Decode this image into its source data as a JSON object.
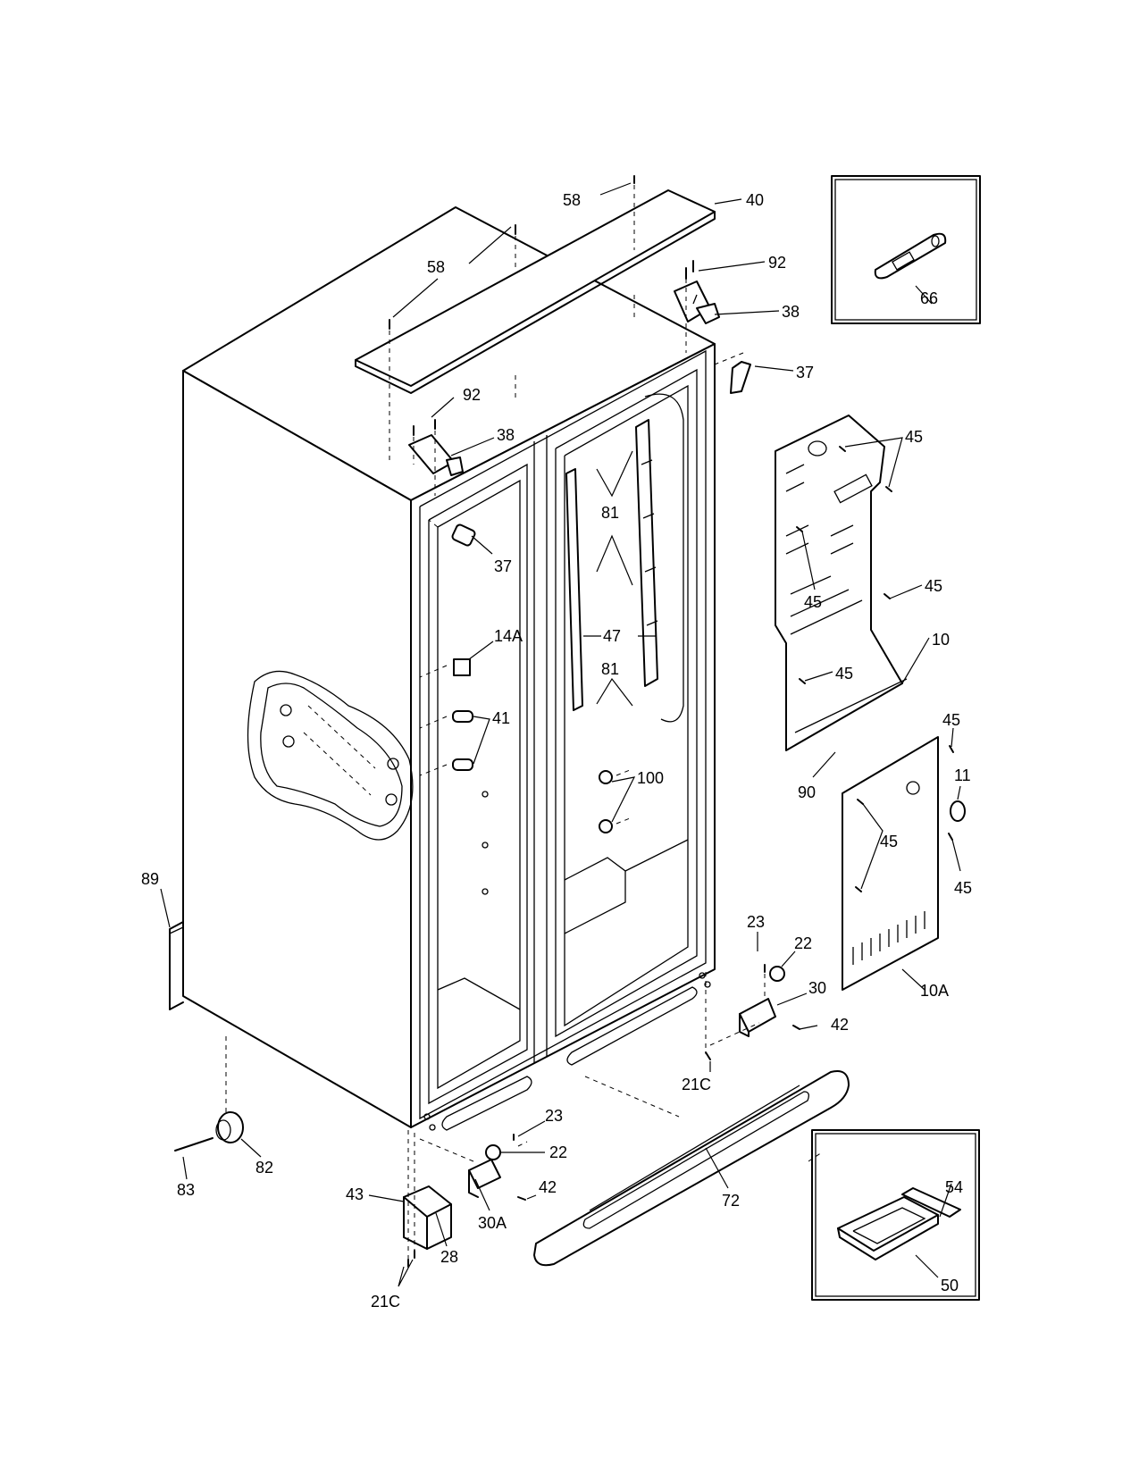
{
  "callouts": [
    {
      "id": "c58a",
      "text": "58"
    },
    {
      "id": "c40",
      "text": "40"
    },
    {
      "id": "c58b",
      "text": "58"
    },
    {
      "id": "c92a",
      "text": "92"
    },
    {
      "id": "c38a",
      "text": "38"
    },
    {
      "id": "c37a",
      "text": "37"
    },
    {
      "id": "c92b",
      "text": "92"
    },
    {
      "id": "c38b",
      "text": "38"
    },
    {
      "id": "c37b",
      "text": "37"
    },
    {
      "id": "c81a",
      "text": "81"
    },
    {
      "id": "c47",
      "text": "47"
    },
    {
      "id": "c14A",
      "text": "14A"
    },
    {
      "id": "c41",
      "text": "41"
    },
    {
      "id": "c81b",
      "text": "81"
    },
    {
      "id": "c100",
      "text": "100"
    },
    {
      "id": "c45a",
      "text": "45"
    },
    {
      "id": "c45b",
      "text": "45"
    },
    {
      "id": "c45c",
      "text": "45"
    },
    {
      "id": "c10",
      "text": "10"
    },
    {
      "id": "c45d",
      "text": "45"
    },
    {
      "id": "c45e",
      "text": "45"
    },
    {
      "id": "c11",
      "text": "11"
    },
    {
      "id": "c90",
      "text": "90"
    },
    {
      "id": "c45f",
      "text": "45"
    },
    {
      "id": "c45g",
      "text": "45"
    },
    {
      "id": "c89",
      "text": "89"
    },
    {
      "id": "c23a",
      "text": "23"
    },
    {
      "id": "c22a",
      "text": "22"
    },
    {
      "id": "c30",
      "text": "30"
    },
    {
      "id": "c10A",
      "text": "10A"
    },
    {
      "id": "c42a",
      "text": "42"
    },
    {
      "id": "c21Ca",
      "text": "21C"
    },
    {
      "id": "c23b",
      "text": "23"
    },
    {
      "id": "c22b",
      "text": "22"
    },
    {
      "id": "c42b",
      "text": "42"
    },
    {
      "id": "c82",
      "text": "82"
    },
    {
      "id": "c83",
      "text": "83"
    },
    {
      "id": "c43",
      "text": "43"
    },
    {
      "id": "c30A",
      "text": "30A"
    },
    {
      "id": "c72",
      "text": "72"
    },
    {
      "id": "c28",
      "text": "28"
    },
    {
      "id": "c21Cb",
      "text": "21C"
    },
    {
      "id": "c66",
      "text": "66"
    },
    {
      "id": "c54",
      "text": "54"
    },
    {
      "id": "c50",
      "text": "50"
    }
  ]
}
